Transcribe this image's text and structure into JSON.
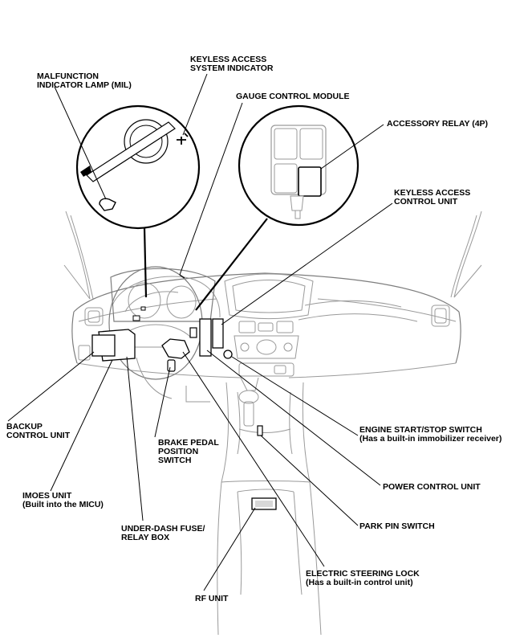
{
  "labels": {
    "mil": [
      "MALFUNCTION",
      "INDICATOR LAMP (MIL)"
    ],
    "keyless_indicator": [
      "KEYLESS ACCESS",
      "SYSTEM INDICATOR"
    ],
    "gauge_module": [
      "GAUGE CONTROL MODULE"
    ],
    "accessory_relay": [
      "ACCESSORY RELAY (4P)"
    ],
    "keyless_unit": [
      "KEYLESS ACCESS",
      "CONTROL UNIT"
    ],
    "backup_unit": [
      "BACKUP",
      "CONTROL UNIT"
    ],
    "brake_switch": [
      "BRAKE PEDAL",
      "POSITION",
      "SWITCH"
    ],
    "engine_switch": [
      "ENGINE START/STOP SWITCH",
      "(Has a built-in immobilizer receiver)"
    ],
    "imoes_unit": [
      "IMOES UNIT",
      "(Built into the MICU)"
    ],
    "power_unit": [
      "POWER CONTROL UNIT"
    ],
    "fuse_box": [
      "UNDER-DASH FUSE/",
      "RELAY BOX"
    ],
    "park_pin": [
      "PARK PIN SWITCH"
    ],
    "steering_lock": [
      "ELECTRIC STEERING LOCK",
      "(Has a built-in control unit)"
    ],
    "rf_unit": [
      "RF UNIT"
    ]
  }
}
